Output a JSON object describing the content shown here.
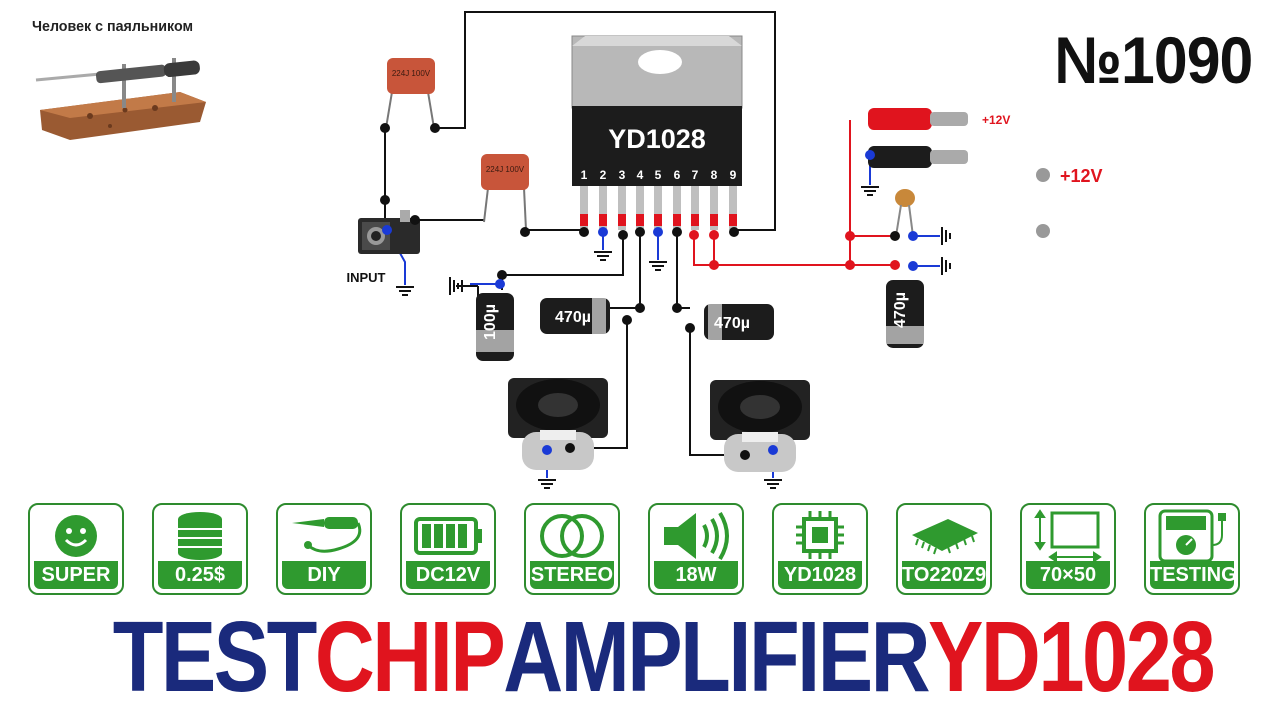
{
  "header": {
    "channel": "Человек с паяльником",
    "episode": "№1090"
  },
  "schematic": {
    "chip_label": "YD1028",
    "pins": [
      "1",
      "2",
      "3",
      "4",
      "5",
      "6",
      "7",
      "8",
      "9"
    ],
    "input_label": "INPUT",
    "cap_top": "224J 100V",
    "cap_mid": "224J 100V",
    "cap_100u": "100µ",
    "cap_470_a": "470µ",
    "cap_470_b": "470µ",
    "cap_470_c": "470µ",
    "power_label_1": "+12V",
    "power_label_2": "+12V"
  },
  "badges": [
    {
      "label": "SUPER",
      "icon": "smiley-icon"
    },
    {
      "label": "0.25$",
      "icon": "coins-icon"
    },
    {
      "label": "DIY",
      "icon": "soldering-iron-icon"
    },
    {
      "label": "DC12V",
      "icon": "battery-icon"
    },
    {
      "label": "STEREO",
      "icon": "stereo-icon"
    },
    {
      "label": "18W",
      "icon": "speaker-icon"
    },
    {
      "label": "YD1028",
      "icon": "chip-icon"
    },
    {
      "label": "TO220Z9",
      "icon": "ic-package-icon"
    },
    {
      "label": "70×50",
      "icon": "dimensions-icon"
    },
    {
      "label": "TESTING",
      "icon": "multimeter-icon"
    }
  ],
  "title": {
    "part1": "TEST",
    "part2": "CHIP",
    "part3": "AMPLIFIER",
    "part4": "YD1028"
  },
  "colors": {
    "green": "#2f9a2f",
    "blue": "#1a2a7c",
    "red": "#e0141e"
  }
}
